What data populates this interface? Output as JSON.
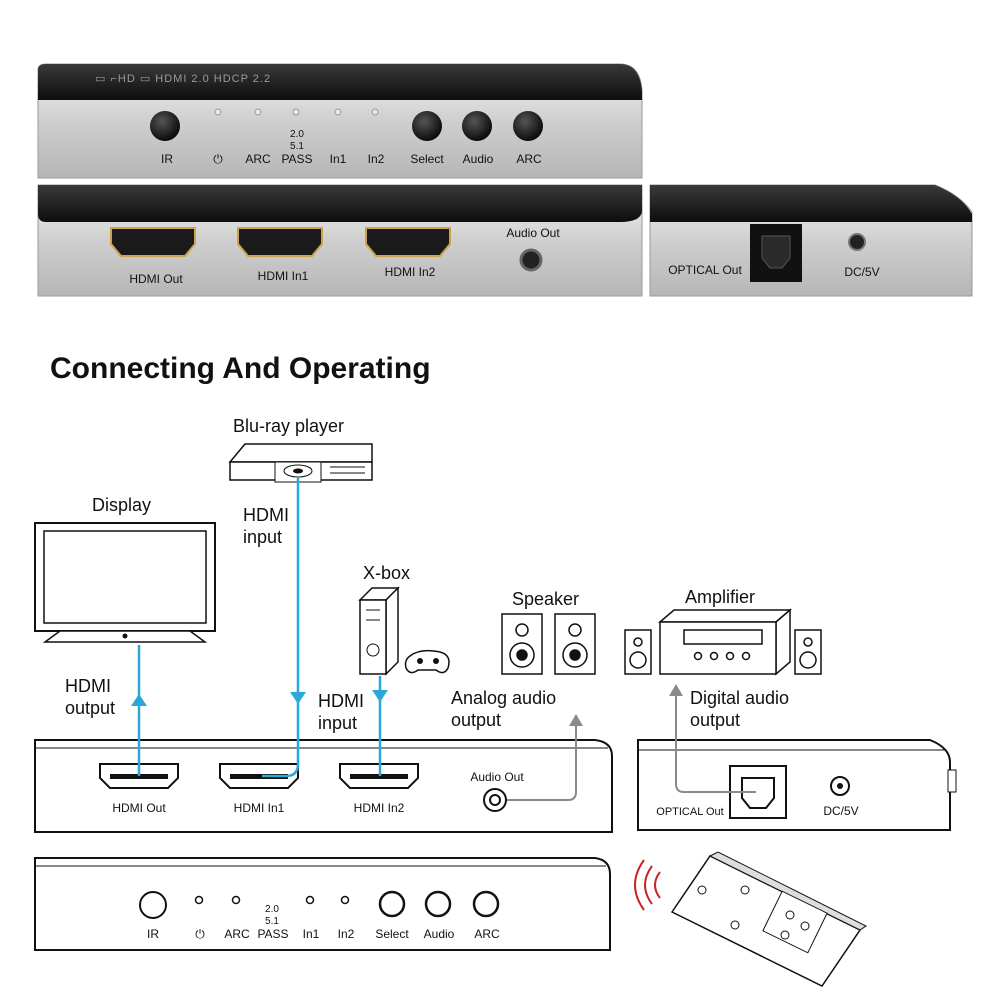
{
  "photo": {
    "band_text": "▭ ⌐HD  ▭ HDMI 2.0  HDCP 2.2",
    "front_labels": [
      "IR",
      "⏻",
      "ARC",
      "PASS",
      "In1",
      "In2",
      "Select",
      "Audio",
      "ARC"
    ],
    "pass_stack": [
      "2.0",
      "5.1"
    ],
    "back_labels": [
      "HDMI Out",
      "HDMI In1",
      "HDMI In2",
      "Audio Out"
    ],
    "side_labels": [
      "OPTICAL Out",
      "DC/5V"
    ]
  },
  "title": "Connecting And Operating",
  "devices": {
    "display": "Display",
    "bluray": "Blu-ray player",
    "xbox": "X-box",
    "speaker": "Speaker",
    "amplifier": "Amplifier"
  },
  "connections": {
    "hdmi_input_1": [
      "HDMI",
      "input"
    ],
    "hdmi_output": [
      "HDMI",
      "output"
    ],
    "hdmi_input_2": [
      "HDMI",
      "input"
    ],
    "analog": [
      "Analog audio",
      "output"
    ],
    "digital": [
      "Digital audio",
      "output"
    ]
  },
  "diagram": {
    "back_labels": [
      "HDMI Out",
      "HDMI In1",
      "HDMI In2",
      "Audio Out"
    ],
    "side_labels": [
      "OPTICAL Out",
      "DC/5V"
    ],
    "front_labels": [
      "IR",
      "⏻",
      "ARC",
      "PASS",
      "In1",
      "In2",
      "Select",
      "Audio",
      "ARC"
    ],
    "pass_stack": [
      "2.0",
      "5.1"
    ]
  },
  "colors": {
    "cable": "#2aa8d8",
    "gray_line": "#8a8a8a",
    "ink": "#111111"
  }
}
